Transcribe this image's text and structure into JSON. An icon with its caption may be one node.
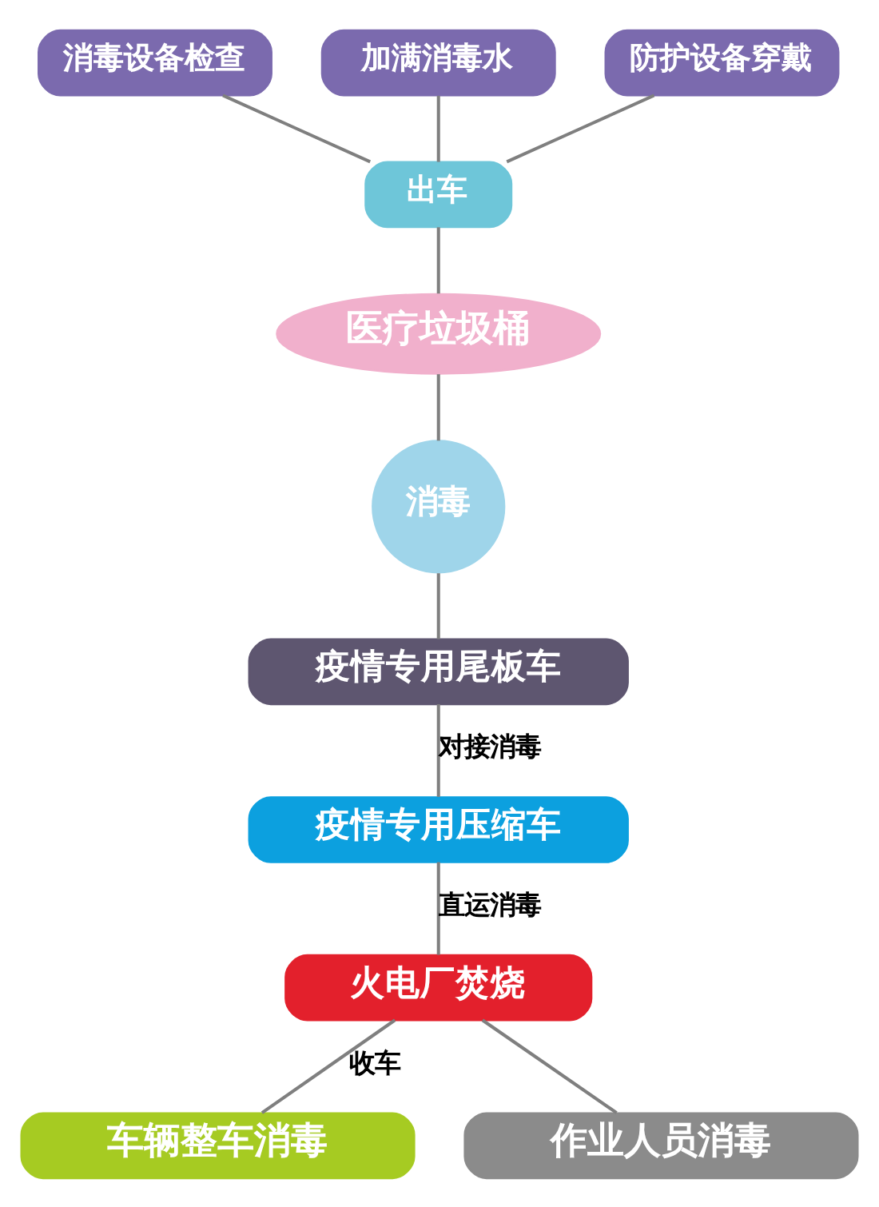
{
  "diagram": {
    "nodes": [
      {
        "text": [
          "消毒设备检查"
        ]
      },
      {
        "text": [
          "加满消毒水"
        ]
      },
      {
        "text": [
          "防护设备穿戴"
        ]
      },
      {
        "text": [
          "出车"
        ]
      },
      {
        "text": [
          "医疗垃圾桶"
        ]
      },
      {
        "text": [
          "消毒"
        ]
      },
      {
        "text": [
          "疫情专用尾板车"
        ]
      },
      {
        "text": [
          "疫情专用压缩车"
        ]
      },
      {
        "text": [
          "火电厂焚烧"
        ]
      },
      {
        "text": [
          "车辆整车消毒"
        ]
      },
      {
        "text": [
          "作业人员消毒"
        ]
      }
    ],
    "edges": [
      {
        "from": 0,
        "to": 3,
        "arrow": "none"
      },
      {
        "from": 1,
        "to": 3,
        "arrow": "none"
      },
      {
        "from": 2,
        "to": 3,
        "arrow": "none"
      },
      {
        "from": 3,
        "to": 4,
        "arrow": "none"
      },
      {
        "from": 4,
        "to": 5,
        "arrow": "none"
      },
      {
        "from": 5,
        "to": 6,
        "arrow": "none"
      },
      {
        "from": 6,
        "to": 7,
        "label": "对接消毒",
        "arrow": "none"
      },
      {
        "from": 7,
        "to": 8,
        "label": "直运消毒",
        "arrow": "none"
      },
      {
        "from": 8,
        "to": 9,
        "label": "收车",
        "arrow": "none"
      },
      {
        "from": 8,
        "to": 10,
        "arrow": "none"
      }
    ]
  }
}
